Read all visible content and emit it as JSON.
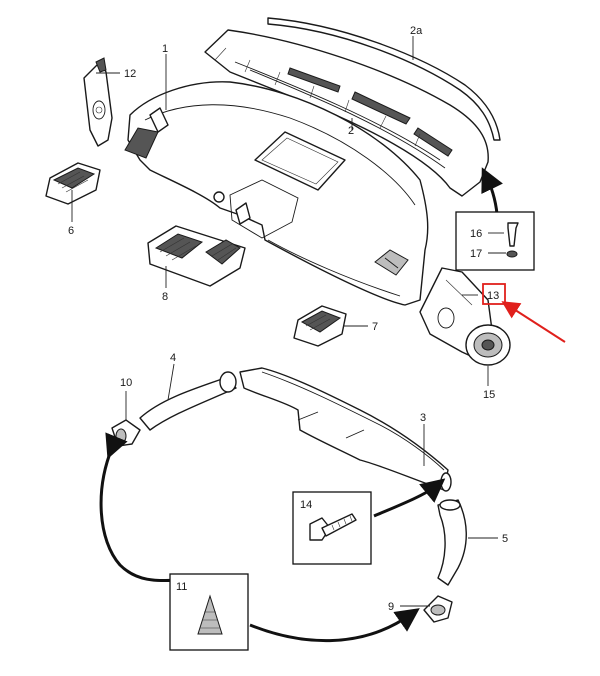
{
  "callouts": {
    "c1": "1",
    "c2": "2",
    "c2a": "2a",
    "c3": "3",
    "c4": "4",
    "c5": "5",
    "c6": "6",
    "c7": "7",
    "c8": "8",
    "c9": "9",
    "c10": "10",
    "c11": "11",
    "c12": "12",
    "c13": "13",
    "c14": "14",
    "c15": "15",
    "c16": "16",
    "c17": "17"
  },
  "highlight": {
    "target": "13",
    "color": "#e0201c"
  }
}
